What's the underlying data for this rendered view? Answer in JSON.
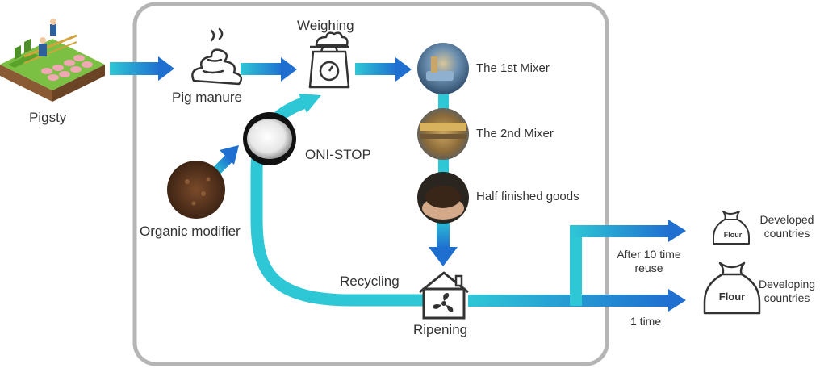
{
  "diagram": {
    "nodes": {
      "pigsty": "Pigsty",
      "pig_manure": "Pig manure",
      "weighing": "Weighing",
      "mixer1": "The 1st  Mixer",
      "mixer2": "The 2nd  Mixer",
      "half_finished": "Half finished goods",
      "oni_stop": "ONI-STOP",
      "organic_modifier": "Organic modifier",
      "ripening": "Ripening",
      "developed": "Developed countries",
      "developing": "Developing countries"
    },
    "edges": {
      "recycling": "Recycling",
      "reuse": "After 10 time reuse",
      "once": "1 time"
    },
    "icon_text": {
      "flour": "Flour"
    },
    "colors": {
      "arrow_light": "#2ec7d6",
      "arrow_dark": "#1f6fd0",
      "frame": "#b5b5b5"
    },
    "icons": [
      "pigsty-icon",
      "manure-icon",
      "scale-icon",
      "mixer-photo-icon",
      "powder-photo-icon",
      "soil-photo-icon",
      "house-fan-icon",
      "flour-sack-icon"
    ]
  }
}
